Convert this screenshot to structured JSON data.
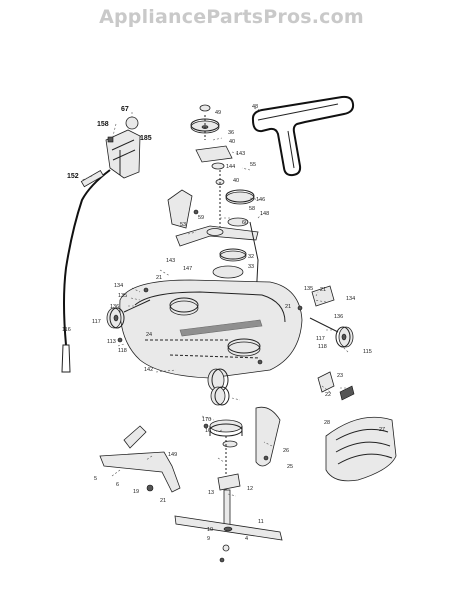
{
  "watermark": "AppliancePartsPros.com",
  "labels": [
    {
      "id": "49",
      "text": "49"
    },
    {
      "id": "48",
      "text": "48"
    },
    {
      "id": "67",
      "text": "67"
    },
    {
      "id": "158",
      "text": "158"
    },
    {
      "id": "185",
      "text": "185"
    },
    {
      "id": "36",
      "text": "36"
    },
    {
      "id": "40a",
      "text": "40"
    },
    {
      "id": "143a",
      "text": "143"
    },
    {
      "id": "144",
      "text": "144"
    },
    {
      "id": "55",
      "text": "55"
    },
    {
      "id": "40b",
      "text": "40"
    },
    {
      "id": "152",
      "text": "152"
    },
    {
      "id": "146",
      "text": "146"
    },
    {
      "id": "59",
      "text": "59"
    },
    {
      "id": "53",
      "text": "53"
    },
    {
      "id": "58",
      "text": "58"
    },
    {
      "id": "60",
      "text": "60"
    },
    {
      "id": "148",
      "text": "148"
    },
    {
      "id": "32",
      "text": "32"
    },
    {
      "id": "33",
      "text": "33"
    },
    {
      "id": "143b",
      "text": "143"
    },
    {
      "id": "147",
      "text": "147"
    },
    {
      "id": "21a",
      "text": "21"
    },
    {
      "id": "21b",
      "text": "21"
    },
    {
      "id": "21c",
      "text": "21"
    },
    {
      "id": "134a",
      "text": "134"
    },
    {
      "id": "135a",
      "text": "135"
    },
    {
      "id": "136a",
      "text": "136"
    },
    {
      "id": "134b",
      "text": "134"
    },
    {
      "id": "135b",
      "text": "135"
    },
    {
      "id": "136b",
      "text": "136"
    },
    {
      "id": "116",
      "text": "116"
    },
    {
      "id": "117a",
      "text": "117"
    },
    {
      "id": "118a",
      "text": "118"
    },
    {
      "id": "117b",
      "text": "117"
    },
    {
      "id": "118b",
      "text": "118"
    },
    {
      "id": "115",
      "text": "115"
    },
    {
      "id": "113",
      "text": "113"
    },
    {
      "id": "24",
      "text": "24"
    },
    {
      "id": "142",
      "text": "142"
    },
    {
      "id": "23",
      "text": "23"
    },
    {
      "id": "22",
      "text": "22"
    },
    {
      "id": "27",
      "text": "27"
    },
    {
      "id": "26",
      "text": "26"
    },
    {
      "id": "28",
      "text": "28"
    },
    {
      "id": "170",
      "text": "170"
    },
    {
      "id": "149",
      "text": "149"
    },
    {
      "id": "5",
      "text": "5"
    },
    {
      "id": "6",
      "text": "6"
    },
    {
      "id": "19",
      "text": "19"
    },
    {
      "id": "21d",
      "text": "21"
    },
    {
      "id": "13",
      "text": "13"
    },
    {
      "id": "12",
      "text": "12"
    },
    {
      "id": "11",
      "text": "11"
    },
    {
      "id": "10",
      "text": "10"
    },
    {
      "id": "9",
      "text": "9"
    },
    {
      "id": "4",
      "text": "4"
    },
    {
      "id": "16",
      "text": "16"
    },
    {
      "id": "25",
      "text": "25"
    }
  ]
}
